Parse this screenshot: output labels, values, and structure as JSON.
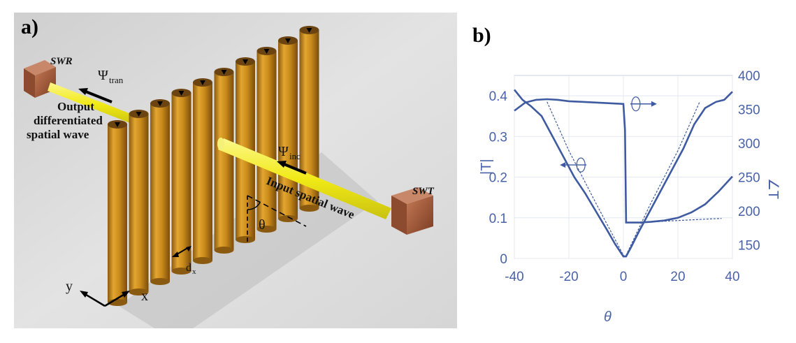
{
  "panel_a": {
    "letter": "a)",
    "swr": "SWR",
    "swt": "SWT",
    "output_label": [
      "Output",
      "differentiated",
      "spatial wave"
    ],
    "input_label": "Input spatial wave",
    "psi_tran": "Ψ",
    "psi_tran_sub": "tran",
    "psi_inc": "Ψ",
    "psi_inc_sub": "inc",
    "theta": "θ",
    "dx": "d",
    "dx_sub": "x",
    "axis_y": "y",
    "axis_x": "x",
    "colors": {
      "background": "#d9d9d9",
      "rod": "#c98e1a",
      "beam": "#f3ee1f",
      "block": "#a45a3a"
    }
  },
  "panel_b": {
    "letter": "b)"
  },
  "chart_data": {
    "type": "line",
    "xlabel": "θ",
    "ylabel_left": "|T|",
    "ylabel_right": "∠T",
    "xlim": [
      -40,
      40
    ],
    "ylim_left": [
      0,
      0.45
    ],
    "ylim_right": [
      130,
      400
    ],
    "x_ticks": [
      -40,
      -20,
      0,
      20,
      40
    ],
    "y_ticks_left": [
      0,
      0.1,
      0.2,
      0.3,
      0.4
    ],
    "y_ticks_right": [
      150,
      200,
      250,
      300,
      350,
      400
    ],
    "grid": true,
    "series": [
      {
        "axis": "left",
        "style": "solid",
        "x": [
          -40,
          -37,
          -34,
          -30,
          -26,
          -22,
          -18,
          -14,
          -10,
          -6,
          -3,
          0,
          1,
          3,
          6,
          10,
          14,
          18,
          22,
          26,
          30,
          34,
          37,
          40
        ],
        "y": [
          0.415,
          0.39,
          0.375,
          0.35,
          0.3,
          0.25,
          0.2,
          0.16,
          0.115,
          0.07,
          0.035,
          0.005,
          0.005,
          0.03,
          0.07,
          0.12,
          0.17,
          0.22,
          0.27,
          0.33,
          0.37,
          0.385,
          0.39,
          0.41
        ]
      },
      {
        "axis": "left",
        "style": "dashed",
        "x": [
          -28,
          -20,
          -10,
          0,
          0.5,
          1,
          10,
          20,
          28
        ],
        "y": [
          0.385,
          0.265,
          0.135,
          0.008,
          0.005,
          0.008,
          0.135,
          0.265,
          0.385
        ]
      },
      {
        "axis": "right",
        "style": "solid",
        "x": [
          -40,
          -36,
          -32,
          -28,
          -24,
          -20,
          -15,
          -10,
          -5,
          0,
          0.6,
          1,
          3,
          6,
          10,
          15,
          20,
          25,
          30,
          35,
          40
        ],
        "y": [
          348,
          360,
          364,
          365,
          364,
          362,
          361,
          360,
          359,
          358,
          320,
          183,
          183,
          183,
          184,
          186,
          190,
          198,
          210,
          229,
          251
        ]
      },
      {
        "axis": "right",
        "style": "dashed",
        "x": [
          0,
          0.6,
          1,
          10,
          20,
          30,
          36
        ],
        "y": [
          358,
          320,
          183,
          184,
          186,
          188,
          189
        ]
      }
    ],
    "annotations": [
      {
        "type": "arrow",
        "direction": "right",
        "axis": "right",
        "x": 1,
        "y": 358
      },
      {
        "type": "arrow",
        "direction": "left",
        "axis": "left",
        "x": -12,
        "y": 0.23
      }
    ]
  }
}
